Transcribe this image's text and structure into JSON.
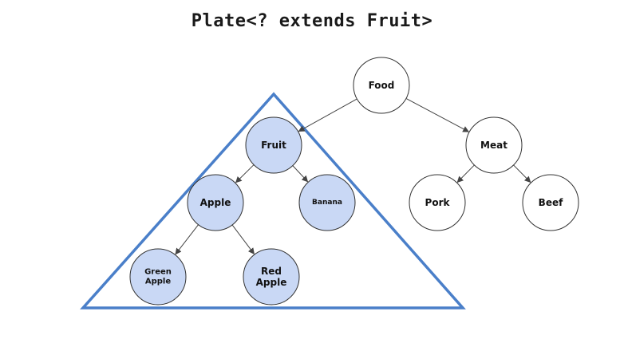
{
  "title": "Plate<? extends Fruit>",
  "colors": {
    "highlight_fill": "#c9d8f5",
    "highlight_triangle": "#4a7fc9",
    "node_stroke": "#333333",
    "node_fill": "#ffffff",
    "edge": "#444444"
  },
  "nodes": [
    {
      "id": "food",
      "lines": [
        "Food"
      ],
      "highlighted": false
    },
    {
      "id": "fruit",
      "lines": [
        "Fruit"
      ],
      "highlighted": true
    },
    {
      "id": "meat",
      "lines": [
        "Meat"
      ],
      "highlighted": false
    },
    {
      "id": "apple",
      "lines": [
        "Apple"
      ],
      "highlighted": true
    },
    {
      "id": "banana",
      "lines": [
        "Banana"
      ],
      "highlighted": true
    },
    {
      "id": "pork",
      "lines": [
        "Pork"
      ],
      "highlighted": false
    },
    {
      "id": "beef",
      "lines": [
        "Beef"
      ],
      "highlighted": false
    },
    {
      "id": "green-apple",
      "lines": [
        "Green",
        "Apple"
      ],
      "highlighted": true
    },
    {
      "id": "red-apple",
      "lines": [
        "Red",
        "Apple"
      ],
      "highlighted": true
    }
  ],
  "edges": [
    {
      "from": "food",
      "to": "fruit"
    },
    {
      "from": "food",
      "to": "meat"
    },
    {
      "from": "fruit",
      "to": "apple"
    },
    {
      "from": "fruit",
      "to": "banana"
    },
    {
      "from": "meat",
      "to": "pork"
    },
    {
      "from": "meat",
      "to": "beef"
    },
    {
      "from": "apple",
      "to": "green-apple"
    },
    {
      "from": "apple",
      "to": "red-apple"
    }
  ]
}
